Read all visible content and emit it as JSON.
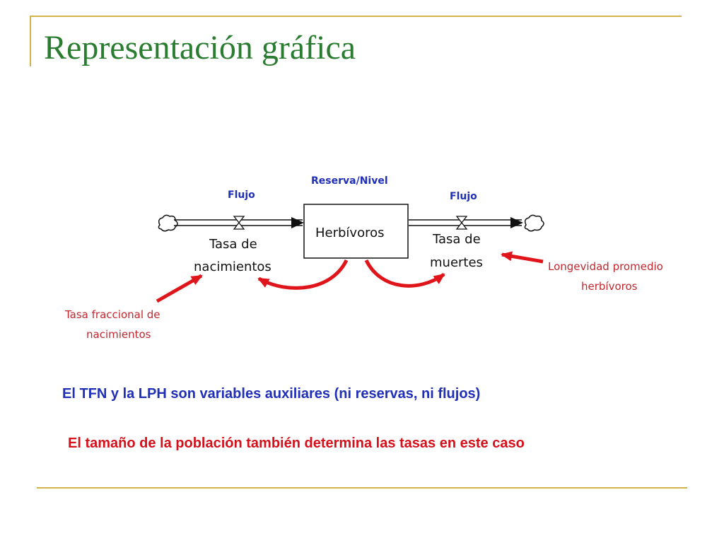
{
  "title": "Representación gráfica",
  "colors": {
    "title": "#2a7d30",
    "frame": "#d4b24c",
    "blue_labels": "#1f2fb8",
    "red_labels": "#c0282e",
    "red_arrows": "#e0141b"
  },
  "diagram": {
    "stock_caption": "Reserva/Nivel",
    "stock_name": "Herbívoros",
    "inflow_caption": "Flujo",
    "inflow_name_line1": "Tasa de",
    "inflow_name_line2": "nacimientos",
    "outflow_caption": "Flujo",
    "outflow_name_line1": "Tasa de",
    "outflow_name_line2": "muertes",
    "aux_birth_line1": "Tasa fraccional de",
    "aux_birth_line2": "nacimientos",
    "aux_life_line1": "Longevidad promedio",
    "aux_life_line2": "herbívoros",
    "icons": [
      "cloud-source-icon",
      "cloud-sink-icon",
      "valve-icon"
    ]
  },
  "notes": {
    "auxiliary": "El TFN y la LPH son variables auxiliares (ni reservas, ni flujos)",
    "population": "El tamaño de la población también determina las tasas en este caso"
  }
}
